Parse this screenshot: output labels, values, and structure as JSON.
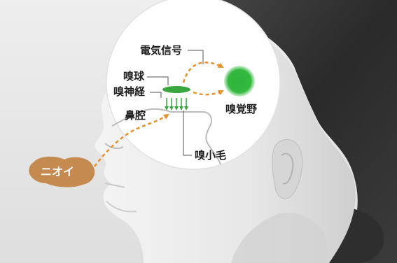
{
  "labels": {
    "electric_signal": "電気信号",
    "olfactory_bulb": "嗅球",
    "olfactory_nerve": "嗅神経",
    "nasal_cavity": "鼻腔",
    "olfactory_area": "嗅覚野",
    "olfactory_cilia": "嗅小毛",
    "odor": "ニオイ"
  },
  "colors": {
    "arrow": "#e8902a",
    "bulb_green": "#3aa63e",
    "cortex_green": "#2fb53a",
    "odor_bubble": "#c58a4f"
  }
}
